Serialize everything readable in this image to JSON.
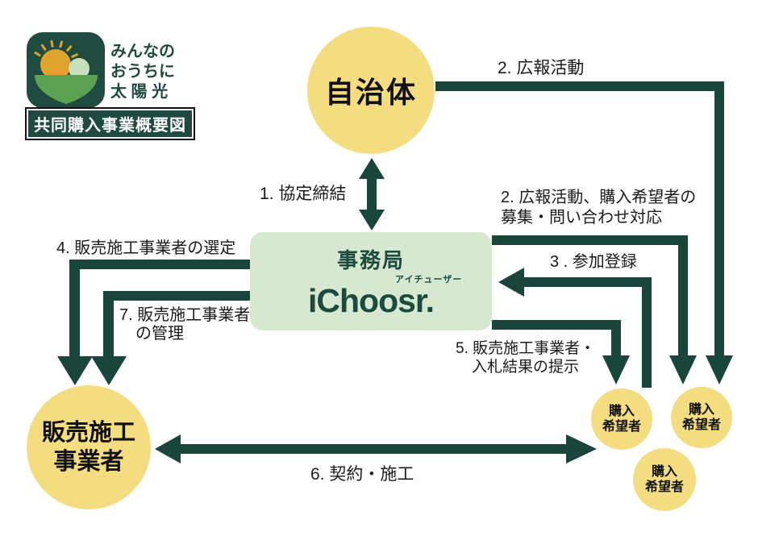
{
  "header": {
    "badge": "共同購入事業概要図",
    "logo_tagline": [
      "みんなの",
      "おうちに",
      "太 陽 光"
    ]
  },
  "colors": {
    "arrow_dark_green": "#1A453A",
    "node_yellow": "#F4DC80",
    "secretariat_light_green": "#D6E8CF",
    "logo_background": "#1F4B40",
    "logo_sun": "#E0A42D",
    "logo_leaf_light": "#C7E0BC",
    "logo_leaf": "#5BA351"
  },
  "nodes": {
    "municipality": {
      "label": "自治体"
    },
    "secretariat": {
      "label": "事務局",
      "brand": "iChoosr.",
      "brand_furigana": "アイチューザー"
    },
    "vendor": {
      "line1": "販売施工",
      "line2": "事業者"
    },
    "buyers": [
      {
        "line1": "購入",
        "line2": "希望者"
      },
      {
        "line1": "購入",
        "line2": "希望者"
      },
      {
        "line1": "購入",
        "line2": "希望者"
      }
    ]
  },
  "labels": {
    "l1": "1. 協定締結",
    "l2_top": "2. 広報活動",
    "l2_mid_line1": "2. 広報活動、購入希望者の",
    "l2_mid_line2": "募集・問い合わせ対応",
    "l3": "3 . 参加登録",
    "l4": "4. 販売施工事業者の選定",
    "l5_line1": "5. 販売施工事業者・",
    "l5_line2": "入札結果の提示",
    "l6": "6. 契約・施工",
    "l7_line1": "7. 販売施工事業者",
    "l7_line2": "の管理"
  }
}
